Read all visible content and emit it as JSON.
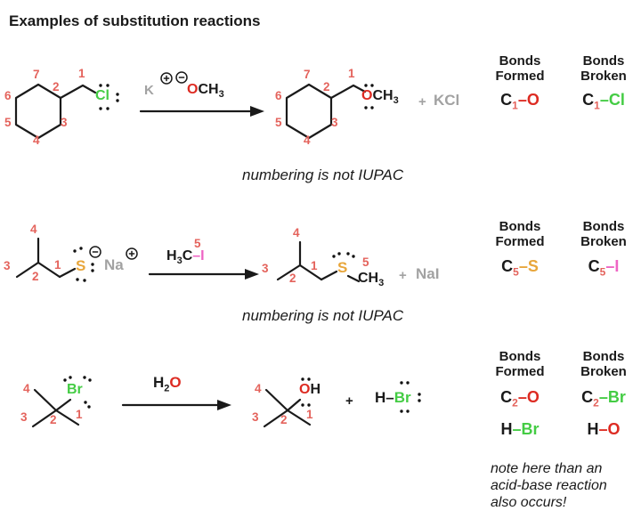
{
  "title": "Examples of substitution reactions",
  "colors": {
    "number_red": "#e4635c",
    "oxygen_red": "#dd2b22",
    "halogen_green": "#44cc44",
    "sulfur_orange": "#e8a63b",
    "iodine_pink": "#ee64c4",
    "byproduct_gray": "#a2a2a2",
    "ink_black": "#1a1a1a"
  },
  "icons": {
    "plus_charge": "circled-plus",
    "minus_charge": "circled-minus",
    "lone_pair": "electron-dot-pair",
    "reaction_arrow": "right-arrow"
  },
  "headers": {
    "formed": [
      "Bonds",
      "Formed"
    ],
    "broken": [
      "Bonds",
      "Broken"
    ]
  },
  "captions": {
    "iupac": "numbering is not IUPAC"
  },
  "note": [
    "note here than an",
    "acid-base reaction",
    "also occurs!"
  ],
  "r1": {
    "nums": {
      "n1": "1",
      "n2": "2",
      "n3": "3",
      "n4": "4",
      "n5": "5",
      "n6": "6",
      "n7": "7"
    },
    "halide": "Cl",
    "reagent": {
      "k": "K",
      "o": "O",
      "ch": "CH",
      "sub": "3"
    },
    "product": {
      "o": "O",
      "ch": "CH",
      "sub": "3"
    },
    "plus": "+",
    "byproduct": "KCl",
    "formed": {
      "a": "C",
      "asub": "1",
      "dash": "–",
      "b": "O"
    },
    "broken": {
      "a": "C",
      "asub": "1",
      "dash": "–",
      "b": "Cl"
    }
  },
  "r2": {
    "nums": {
      "n1": "1",
      "n2": "2",
      "n3": "3",
      "n4": "4",
      "n5": "5"
    },
    "s": "S",
    "na": "Na",
    "reagent": {
      "h": "H",
      "hsub": "3",
      "c": "C",
      "label": "5",
      "dash": "–",
      "i": "I"
    },
    "product": {
      "s": "S",
      "ch": "CH",
      "sub": "3"
    },
    "plus": "+",
    "byproduct": "NaI",
    "formed": {
      "a": "C",
      "asub": "5",
      "dash": "–",
      "b": "S"
    },
    "broken": {
      "a": "C",
      "asub": "5",
      "dash": "–",
      "b": "I"
    }
  },
  "r3": {
    "nums": {
      "n1": "1",
      "n2": "2",
      "n3": "3",
      "n4": "4"
    },
    "br": "Br",
    "reagent": {
      "h": "H",
      "hsub": "2",
      "o": "O"
    },
    "product": {
      "o": "O",
      "h": "H"
    },
    "plus": "+",
    "hbr": {
      "h": "H",
      "dash": "–",
      "br": "Br"
    },
    "formed": [
      {
        "a": "C",
        "asub": "2",
        "dash": "–",
        "b": "O"
      },
      {
        "a": "H",
        "asub": "",
        "dash": "–",
        "b": "Br"
      }
    ],
    "broken": [
      {
        "a": "C",
        "asub": "2",
        "dash": "–",
        "b": "Br"
      },
      {
        "a": "H",
        "asub": "",
        "dash": "–",
        "b": "O"
      }
    ]
  }
}
